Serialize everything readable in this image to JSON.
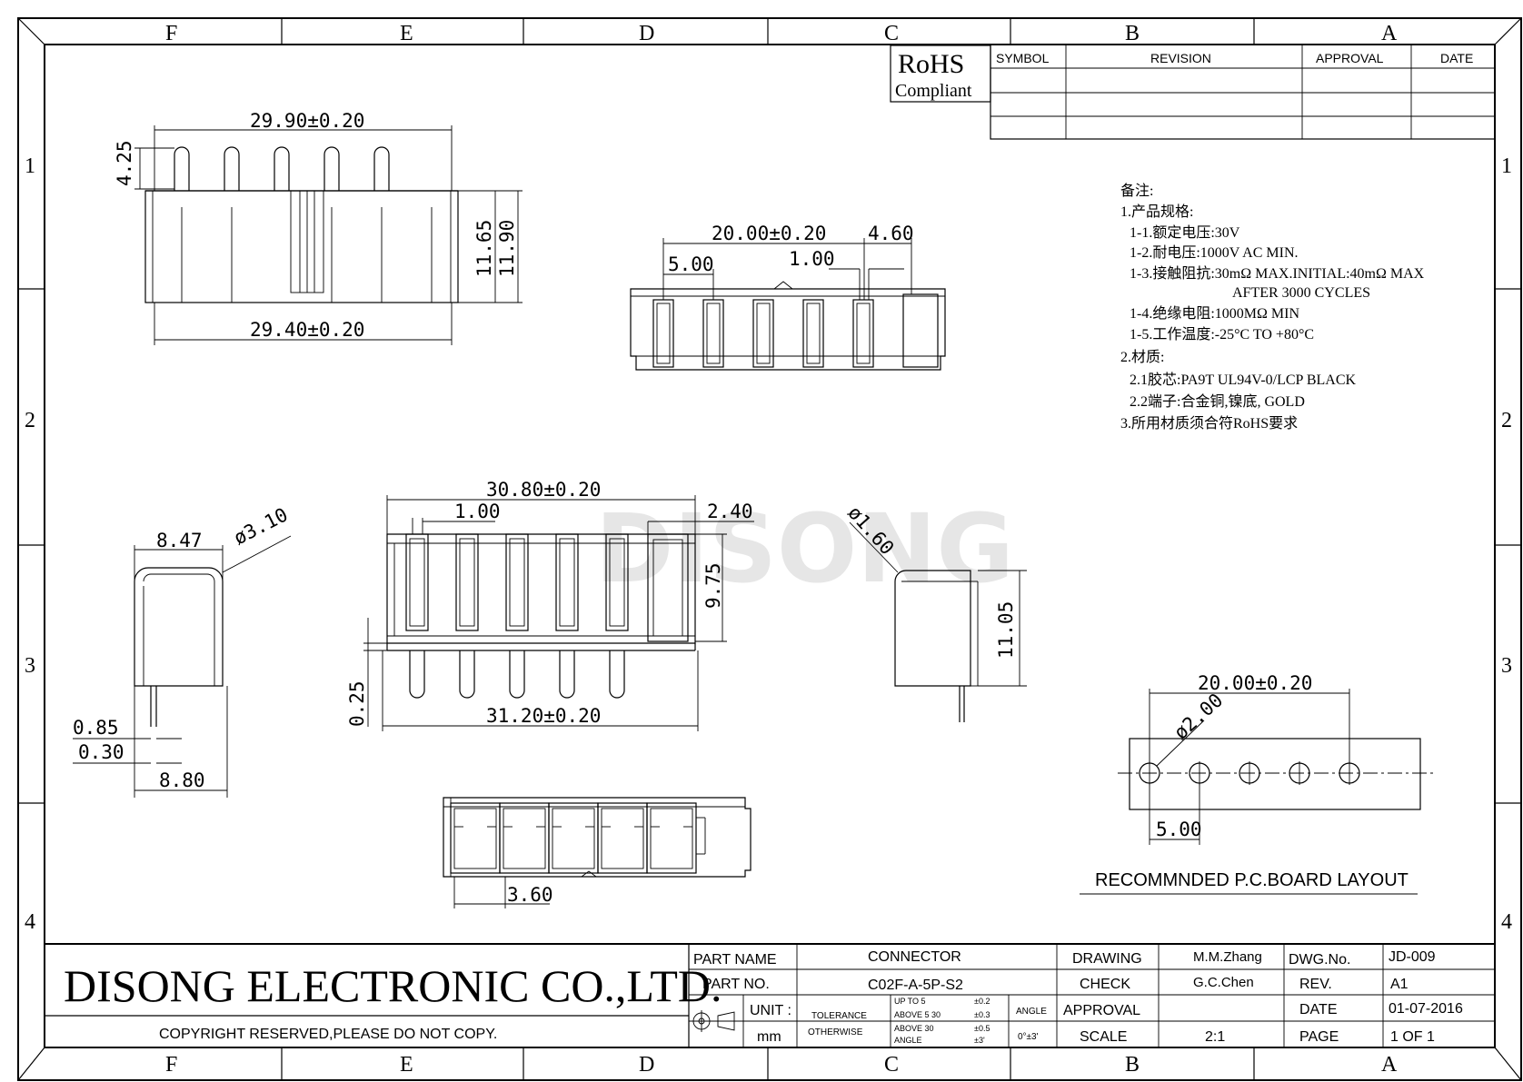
{
  "zone_columns": [
    "F",
    "E",
    "D",
    "C",
    "B",
    "A"
  ],
  "zone_rows": [
    "1",
    "2",
    "3",
    "4"
  ],
  "rohs": {
    "line1": "RoHS",
    "line2": "Compliant"
  },
  "revision_table": {
    "headers": [
      "SYMBOL",
      "REVISION",
      "APPROVAL",
      "DATE"
    ]
  },
  "watermark": "DISONG",
  "dimensions": {
    "top_width": "29.90±0.20",
    "pin_height": "4.25",
    "body_height_a": "11.65",
    "body_height_b": "11.90",
    "base_width": "29.40±0.20",
    "front_pitch_total": "20.00±0.20",
    "front_pitch": "5.00",
    "front_slot": "1.00",
    "front_side": "4.60",
    "side_width": "8.47",
    "side_radius": "ø3.10",
    "side_pin_a": "0.85",
    "side_pin_b": "0.30",
    "side_base": "8.80",
    "bottom_width": "30.80±0.20",
    "bottom_slot": "1.00",
    "bottom_side": "2.40",
    "bottom_height": "9.75",
    "bottom_offset": "0.25",
    "bottom_base": "31.20±0.20",
    "right_radius": "ø1.60",
    "right_height": "11.05",
    "end_pitch": "3.60",
    "pcb_pitch_total": "20.00±0.20",
    "pcb_hole": "ø2.00",
    "pcb_pitch": "5.00"
  },
  "pcb_layout_title": "RECOMMNDED P.C.BOARD LAYOUT",
  "notes": [
    "备注:",
    "1.产品规格:",
    "1-1.额定电压:30V",
    "1-2.耐电压:1000V AC MIN.",
    "1-3.接触阻抗:30mΩ MAX.INITIAL:40mΩ MAX",
    "AFTER 3000 CYCLES",
    "1-4.绝缘电阻:1000MΩ MIN",
    "1-5.工作温度:-25°C TO +80°C",
    "2.材质:",
    "2.1胶芯:PA9T UL94V-0/LCP BLACK",
    "2.2端子:合金铜,镍底, GOLD",
    "3.所用材质须合符RoHS要求"
  ],
  "title_block": {
    "company": "DISONG ELECTRONIC CO.,LTD.",
    "copyright": "COPYRIGHT RESERVED,PLEASE DO NOT COPY.",
    "part_name_label": "PART NAME",
    "part_name": "CONNECTOR",
    "part_no_label": "PART NO.",
    "part_no": "C02F-A-5P-S2",
    "unit_label": "UNIT :",
    "unit": "mm",
    "tolerance_label": "TOLERANCE",
    "otherwise_label": "OTHERWISE",
    "tol_rows": [
      {
        "range": "UP TO 5",
        "value": "±0.2"
      },
      {
        "range": "ABOVE 5  30",
        "value": "±0.3"
      },
      {
        "range": "ABOVE 30",
        "value": "±0.5"
      },
      {
        "range": "ANGLE",
        "value": "±3'"
      }
    ],
    "angle_label": "ANGLE",
    "angle_value": "0°±3'",
    "drawing_label": "DRAWING",
    "drawing": "M.M.Zhang",
    "check_label": "CHECK",
    "check": "G.C.Chen",
    "approval_label": "APPROVAL",
    "approval": "",
    "scale_label": "SCALE",
    "scale": "2:1",
    "dwg_no_label": "DWG.No.",
    "dwg_no": "JD-009",
    "rev_label": "REV.",
    "rev": "A1",
    "date_label": "DATE",
    "date": "01-07-2016",
    "page_label": "PAGE",
    "page": "1 OF 1"
  }
}
